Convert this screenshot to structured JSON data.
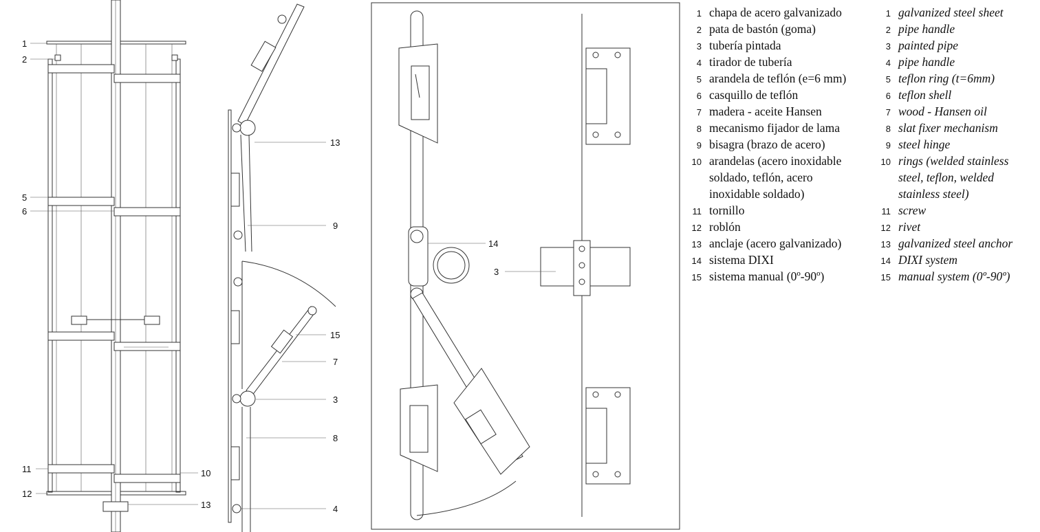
{
  "callouts": {
    "left": [
      "1",
      "2",
      "5",
      "6",
      "11",
      "12"
    ],
    "left_right": [
      "10",
      "13"
    ],
    "section": [
      "13",
      "9",
      "15",
      "7",
      "3",
      "8",
      "4"
    ],
    "detail": [
      "14",
      "3"
    ]
  },
  "legend": {
    "es": [
      {
        "n": "1",
        "t": "chapa de acero galvanizado"
      },
      {
        "n": "2",
        "t": "pata de bastón (goma)"
      },
      {
        "n": "3",
        "t": "tubería pintada"
      },
      {
        "n": "4",
        "t": "tirador de tubería"
      },
      {
        "n": "5",
        "t": "arandela de teflón (e=6 mm)"
      },
      {
        "n": "6",
        "t": "casquillo de teflón"
      },
      {
        "n": "7",
        "t": "madera - aceite Hansen"
      },
      {
        "n": "8",
        "t": "mecanismo fijador de lama"
      },
      {
        "n": "9",
        "t": "bisagra (brazo de acero)"
      },
      {
        "n": "10",
        "t": "arandelas (acero inoxidable",
        "t2": "soldado, teflón, acero",
        "t3": "inoxidable soldado)"
      },
      {
        "n": "11",
        "t": "tornillo"
      },
      {
        "n": "12",
        "t": "roblón"
      },
      {
        "n": "13",
        "t": "anclaje (acero galvanizado)"
      },
      {
        "n": "14",
        "t": "sistema DIXI"
      },
      {
        "n": "15",
        "t": "sistema manual (0º-90º)"
      }
    ],
    "en": [
      {
        "n": "1",
        "t": "galvanized steel sheet"
      },
      {
        "n": "2",
        "t": "pipe handle"
      },
      {
        "n": "3",
        "t": "painted pipe"
      },
      {
        "n": "4",
        "t": "pipe handle"
      },
      {
        "n": "5",
        "t": "teflon ring (t=6mm)"
      },
      {
        "n": "6",
        "t": "teflon shell"
      },
      {
        "n": "7",
        "t": "wood - Hansen oil"
      },
      {
        "n": "8",
        "t": "slat fixer mechanism"
      },
      {
        "n": "9",
        "t": "steel hinge"
      },
      {
        "n": "10",
        "t": "rings (welded stainless",
        "t2": "steel, teflon, welded",
        "t3": "stainless steel)"
      },
      {
        "n": "11",
        "t": "screw"
      },
      {
        "n": "12",
        "t": "rivet"
      },
      {
        "n": "13",
        "t": "galvanized steel anchor"
      },
      {
        "n": "14",
        "t": "DIXI system"
      },
      {
        "n": "15",
        "t": "manual system (0º-90º)"
      }
    ]
  }
}
